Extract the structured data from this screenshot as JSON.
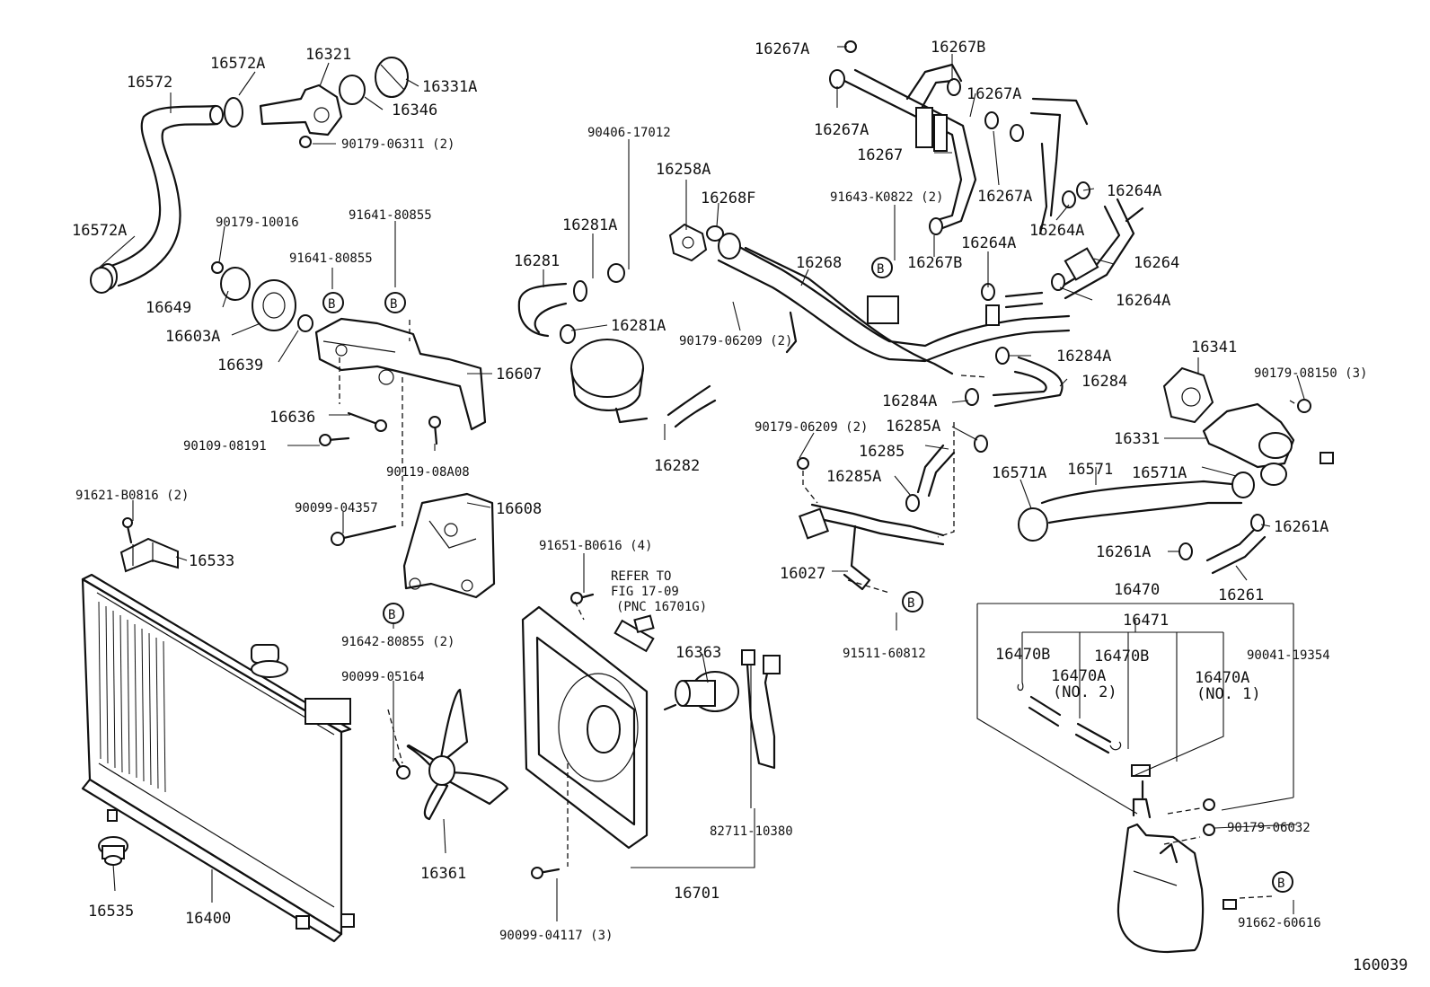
{
  "diagram_id": "160039",
  "labels": {
    "l16572": "16572",
    "l16572A_top": "16572A",
    "l16572A_left": "16572A",
    "l16321": "16321",
    "l16331A": "16331A",
    "l16346": "16346",
    "l90179_06311": "90179-06311 (2)",
    "l90179_10016": "90179-10016",
    "l91641_80855_a": "91641-80855",
    "l91641_80855_b": "91641-80855",
    "l16649": "16649",
    "l16603A": "16603A",
    "l16639": "16639",
    "l16607": "16607",
    "l16636": "16636",
    "l90109_08191": "90109-08191",
    "l90119_08A08": "90119-08A08",
    "l91621_B0816": "91621-B0816 (2)",
    "l16533": "16533",
    "l90099_04357": "90099-04357",
    "l16608": "16608",
    "l91642_80855": "91642-80855 (2)",
    "l90099_05164": "90099-05164",
    "l16361": "16361",
    "l16535": "16535",
    "l16400": "16400",
    "l90406_17012": "90406-17012",
    "l16281A_top": "16281A",
    "l16281": "16281",
    "l16281A_bot": "16281A",
    "l16282": "16282",
    "l91651_B0616": "91651-B0616 (4)",
    "l_refer1": "REFER TO",
    "l_refer2": "FIG 17-09",
    "l_refer3": "(PNC 16701G)",
    "l16363": "16363",
    "l82711_10380": "82711-10380",
    "l16701": "16701",
    "l90099_04117": "90099-04117 (3)",
    "l16258A": "16258A",
    "l16268F": "16268F",
    "l16268": "16268",
    "l90179_06209_a": "90179-06209 (2)",
    "l90179_06209_b": "90179-06209 (2)",
    "l16267A_1": "16267A",
    "l16267B_1": "16267B",
    "l16267A_2": "16267A",
    "l16267A_3": "16267A",
    "l16267": "16267",
    "l16267A_4": "16267A",
    "l91643_K0822": "91643-K0822 (2)",
    "l16267B_2": "16267B",
    "l16264A_1": "16264A",
    "l16264A_2": "16264A",
    "l16264A_3": "16264A",
    "l16264": "16264",
    "l16264A_4": "16264A",
    "l16284A_1": "16284A",
    "l16284": "16284",
    "l16284A_2": "16284A",
    "l16285A_1": "16285A",
    "l16285": "16285",
    "l16285A_2": "16285A",
    "l16027": "16027",
    "l91511_60812": "91511-60812",
    "l16341": "16341",
    "l90179_08150": "90179-08150 (3)",
    "l16331": "16331",
    "l16571A_1": "16571A",
    "l16571": "16571",
    "l16571A_2": "16571A",
    "l16261A_1": "16261A",
    "l16261A_2": "16261A",
    "l16261": "16261",
    "l16470": "16470",
    "l16471": "16471",
    "l16470B_1": "16470B",
    "l16470B_2": "16470B",
    "l16470A_1": "16470A",
    "l16470A_1n": "(NO. 2)",
    "l16470A_2": "16470A",
    "l16470A_2n": "(NO. 1)",
    "l90041_19354": "90041-19354",
    "l90179_06032": "90179-06032",
    "l91662_60616": "91662-60616"
  },
  "callout_letter": "B",
  "icons": {
    "callout": "circle-b-callout-icon",
    "bolt": "bolt-icon",
    "clamp": "hose-clamp-icon"
  }
}
